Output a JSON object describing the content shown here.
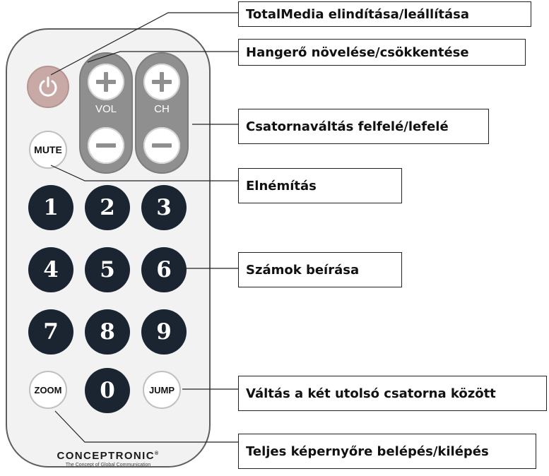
{
  "remote": {
    "volume_label": "VOL",
    "channel_label": "CH",
    "mute_label": "MUTE",
    "zoom_label": "ZOOM",
    "jump_label": "JUMP",
    "digits": [
      "1",
      "2",
      "3",
      "4",
      "5",
      "6",
      "7",
      "8",
      "9",
      "0"
    ],
    "brand": "CONCEPTRONIC",
    "brand_mark": "®",
    "tagline": "The Concept of Global Communication"
  },
  "callouts": {
    "power": "TotalMedia elindítása/leállítása",
    "volume": "Hangerő növelése/csökkentése",
    "channel": "Csatornaváltás felfelé/lefelé",
    "mute": "Elnémítás",
    "numbers": "Számok beírása",
    "jump": "Váltás a két utolsó csatorna között",
    "zoom": "Teljes képernyőre belépés/kilépés"
  },
  "colors": {
    "power_button": "#c9a9a6",
    "number_button": "#1b2431",
    "rocker": "#8f8f8f"
  }
}
